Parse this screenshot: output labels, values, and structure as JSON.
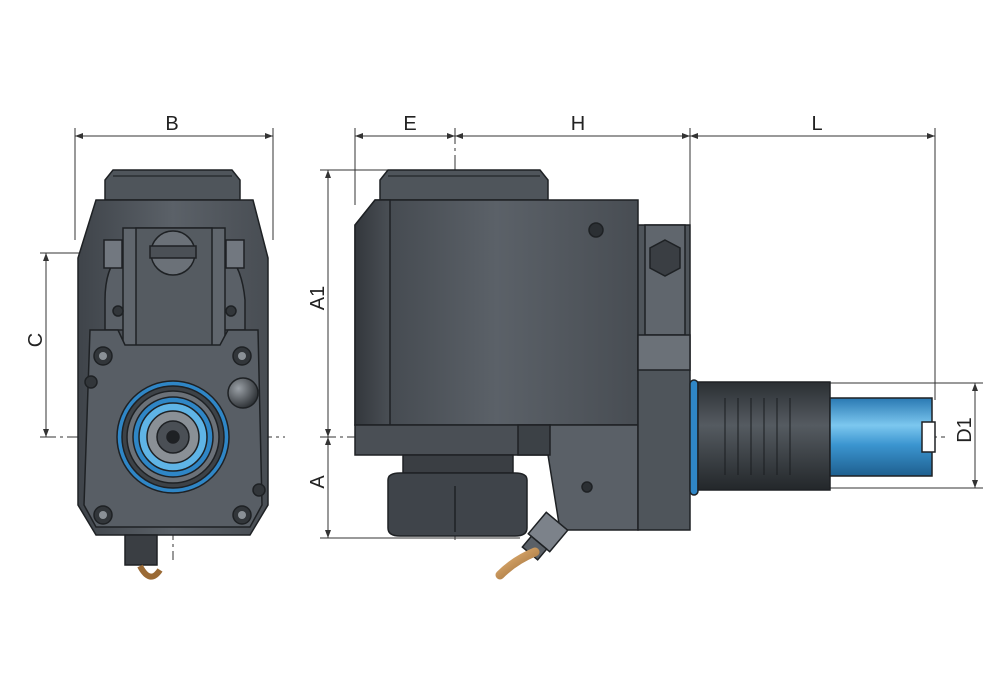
{
  "dimensions": {
    "b": "B",
    "c": "C",
    "e": "E",
    "h": "H",
    "l": "L",
    "a1": "A1",
    "a": "A",
    "d1": "D1"
  },
  "colors": {
    "body_dark": "#4a4f55",
    "body_mid": "#5a6067",
    "body_light": "#6b7178",
    "edge": "#1e2124",
    "accent_blue": "#2f86c6",
    "blue_light": "#5fb4e6",
    "brass": "#c9924f",
    "dim_line": "#333333"
  }
}
